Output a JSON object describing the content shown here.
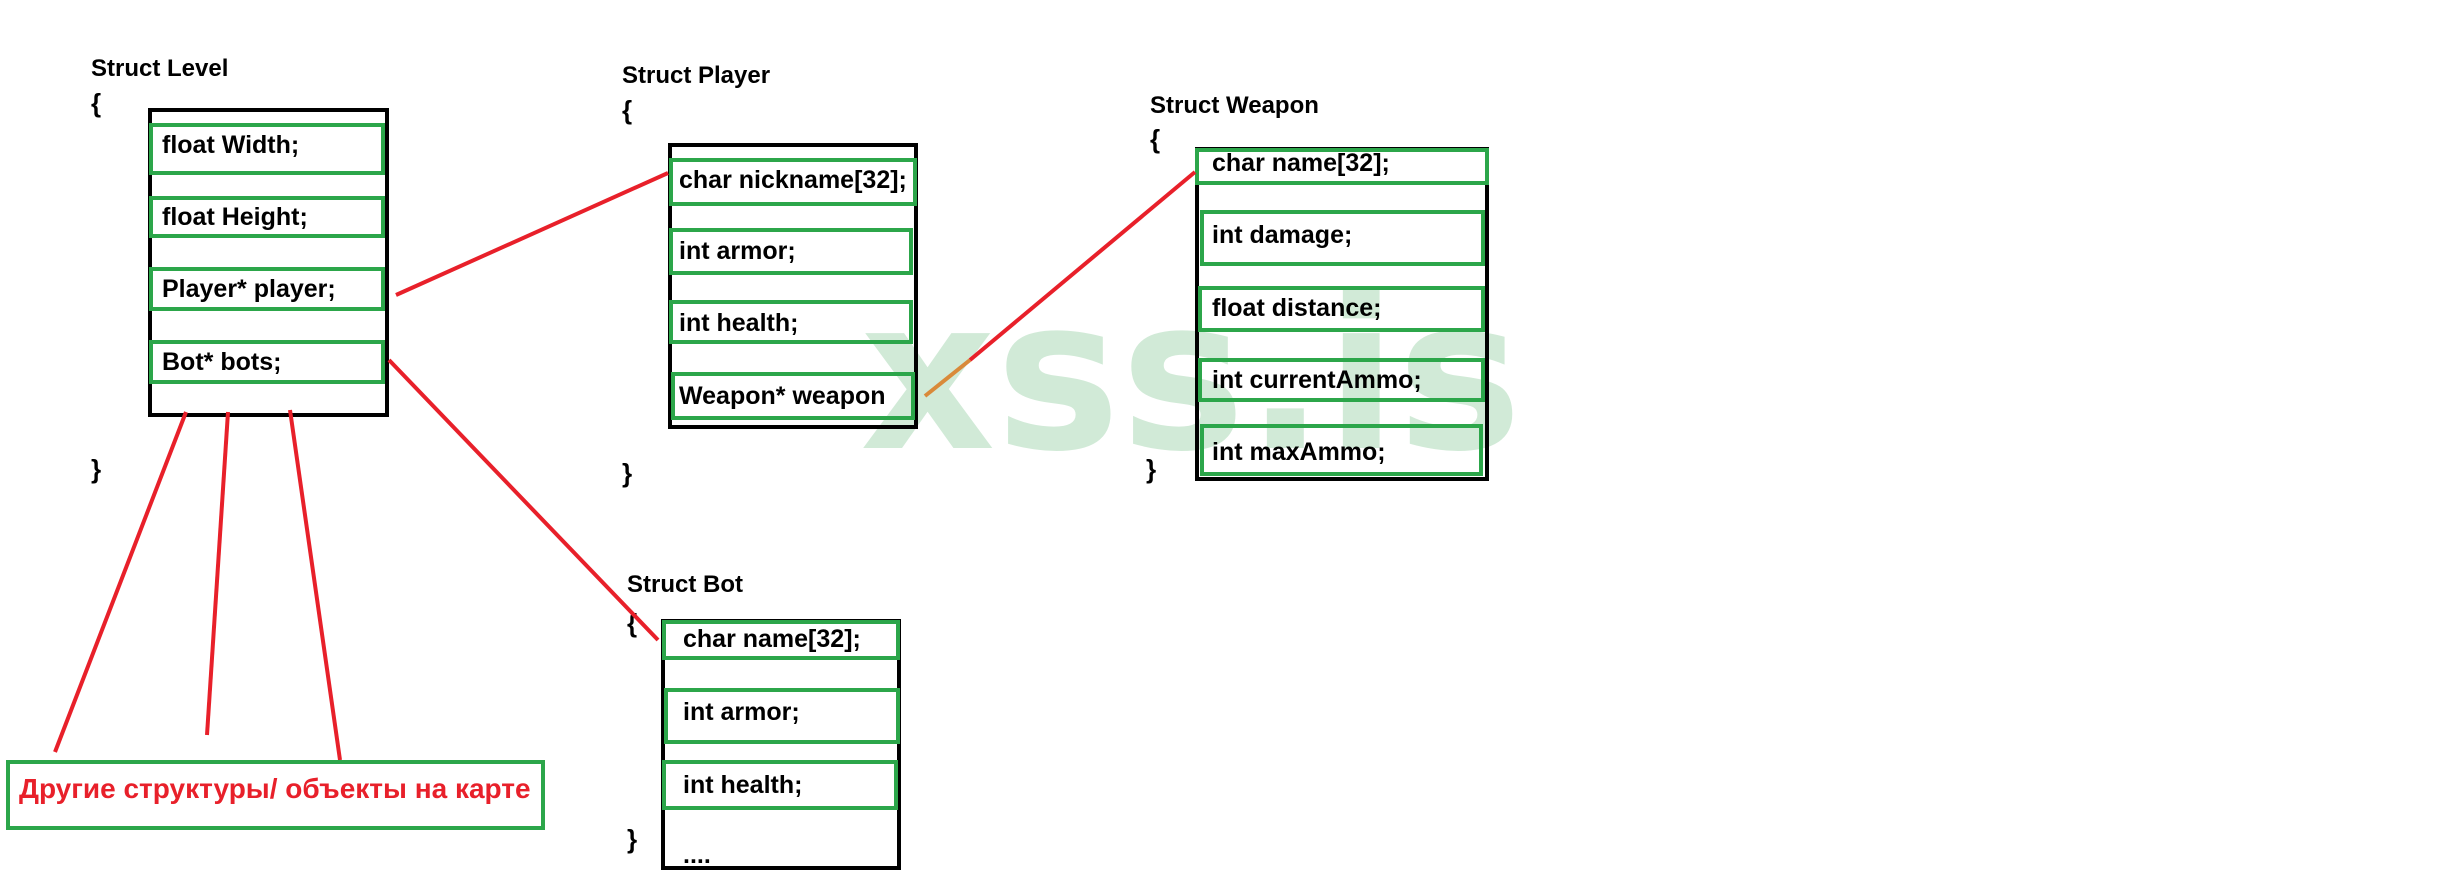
{
  "colors": {
    "field_border": "#2ca64a",
    "struct_border": "#000000",
    "link": "#e8202a",
    "note_text": "#e8202a",
    "watermark": "#2e9e4a"
  },
  "watermark": "xss.is",
  "structs": {
    "level": {
      "title": "Struct Level",
      "open": "{",
      "close": "}",
      "fields": [
        "float Width;",
        "float Height;",
        "Player* player;",
        "Bot* bots;"
      ]
    },
    "player": {
      "title": "Struct Player",
      "open": "{",
      "close": "}",
      "fields": [
        "char nickname[32];",
        "int armor;",
        "int health;",
        "Weapon* weapon"
      ]
    },
    "weapon": {
      "title": "Struct Weapon",
      "open": "{",
      "close": "}",
      "fields": [
        "char name[32];",
        "int damage;",
        "float distance;",
        "int currentAmmo;",
        "int maxAmmo;"
      ]
    },
    "bot": {
      "title": "Struct Bot",
      "open": "{",
      "close": "}",
      "fields": [
        "char name[32];",
        "int armor;",
        "int health;",
        "...."
      ]
    }
  },
  "note": "Другие структуры/ объекты на карте"
}
